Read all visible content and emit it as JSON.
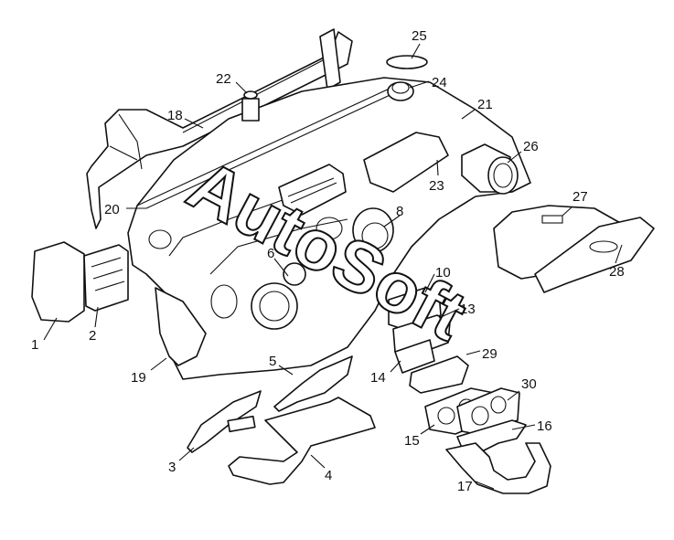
{
  "watermark": "AutoSoft",
  "callouts": [
    "1",
    "2",
    "3",
    "4",
    "5",
    "6",
    "8",
    "10",
    "13",
    "14",
    "15",
    "16",
    "17",
    "18",
    "19",
    "20",
    "21",
    "22",
    "23",
    "24",
    "25",
    "26",
    "27",
    "28",
    "29",
    "30"
  ]
}
